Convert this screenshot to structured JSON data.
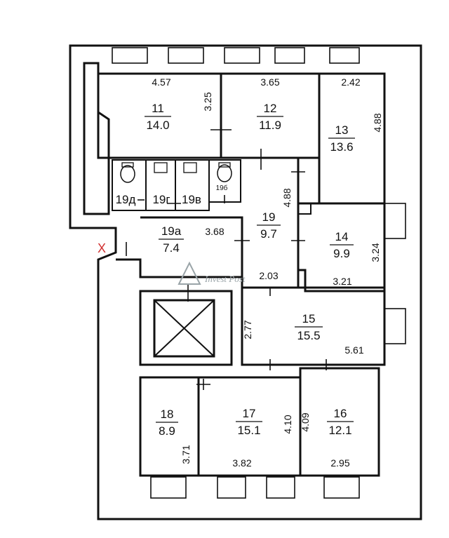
{
  "rooms": [
    {
      "id": "11",
      "number": "11",
      "area": "14.0"
    },
    {
      "id": "12",
      "number": "12",
      "area": "11.9"
    },
    {
      "id": "13",
      "number": "13",
      "area": "13.6"
    },
    {
      "id": "14",
      "number": "14",
      "area": "9.9"
    },
    {
      "id": "15",
      "number": "15",
      "area": "15.5"
    },
    {
      "id": "16",
      "number": "16",
      "area": "12.1"
    },
    {
      "id": "17",
      "number": "17",
      "area": "15.1"
    },
    {
      "id": "18",
      "number": "18",
      "area": "8.9"
    },
    {
      "id": "19",
      "number": "19",
      "area": "9.7"
    },
    {
      "id": "19a",
      "number": "19а",
      "area": "7.4"
    }
  ],
  "small_rooms": [
    "19д",
    "19г",
    "19в",
    "19б"
  ],
  "dimensions": [
    "4.57",
    "3.25",
    "3.65",
    "2.42",
    "4.88",
    "4.88",
    "3.68",
    "3.24",
    "2.03",
    "3.21",
    "2.77",
    "5.61",
    "4.10",
    "4.09",
    "3.71",
    "3.82",
    "2.95"
  ],
  "marker": "X",
  "watermark": "Invest Post",
  "colors": {
    "wall": "#111111",
    "marker": "#d03030",
    "watermark": "#9aa4a8"
  }
}
